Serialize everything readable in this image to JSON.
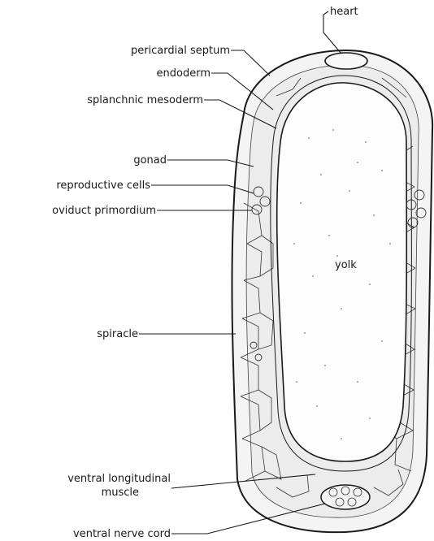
{
  "labels": {
    "heart": "heart",
    "pericardial_septum": "pericardial septum",
    "endoderm": "endoderm",
    "splanchnic_mesoderm": "splanchnic mesoderm",
    "gonad": "gonad",
    "reproductive_cells": "reproductive cells",
    "oviduct_primordium": "oviduct primordium",
    "yolk": "yolk",
    "spiracle": "spiracle",
    "ventral_longitudinal_muscle_line1": "ventral longitudinal",
    "ventral_longitudinal_muscle_line2": "muscle",
    "ventral_nerve_cord": "ventral nerve cord"
  }
}
